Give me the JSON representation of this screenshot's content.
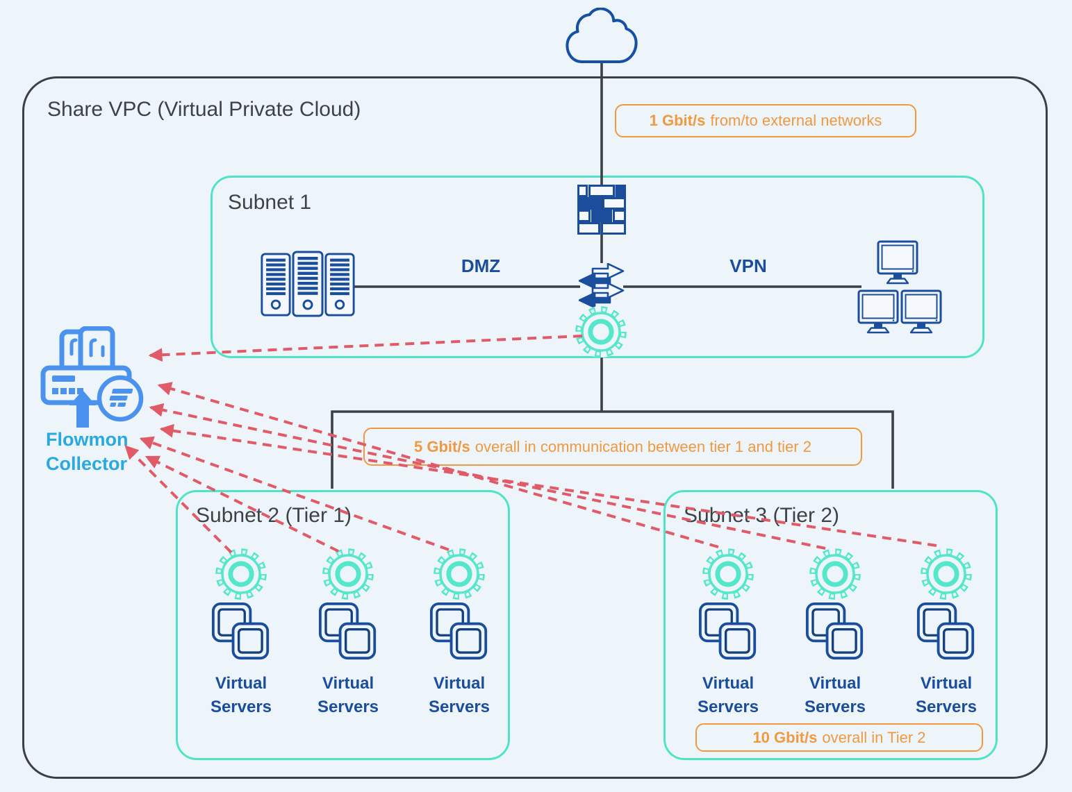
{
  "title": "Share VPC (Virtual Private Cloud)",
  "badges": {
    "external": {
      "value": "1 Gbit/s",
      "text": "from/to external networks"
    },
    "tier_link": {
      "value": "5 Gbit/s",
      "text": "overall in communication between tier 1 and tier 2"
    },
    "tier2": {
      "value": "10 Gbit/s",
      "text": "overall in Tier 2"
    }
  },
  "subnet1": {
    "title": "Subnet 1",
    "dmz": "DMZ",
    "vpn": "VPN"
  },
  "subnet2": {
    "title": "Subnet 2 (Tier 1)",
    "servers": [
      "Virtual Servers",
      "Virtual Servers",
      "Virtual Servers"
    ]
  },
  "subnet3": {
    "title": "Subnet 3 (Tier 2)",
    "servers": [
      "Virtual Servers",
      "Virtual Servers",
      "Virtual Servers"
    ]
  },
  "collector": {
    "label": "Flowmon Collector"
  },
  "icons": {
    "cloud": "cloud-icon",
    "firewall": "firewall-icon",
    "traffic": "traffic-arrows-icon",
    "gear": "gear-icon",
    "rack": "server-rack-icon",
    "monitor": "monitor-icon",
    "vm": "virtual-machine-icon",
    "collector": "flowmon-collector-icon"
  },
  "colors": {
    "background": "#edf4fa",
    "line_dark": "#3b4046",
    "subnet_teal": "#4fe4c6",
    "gear_teal": "#55e7ca",
    "icon_navy": "#1a4e9c",
    "badge_orange": "#f0993f",
    "flowmon_blue": "#4a92ee",
    "collector_label_blue": "#2aa9e1",
    "arrow_red": "#e15a67"
  }
}
